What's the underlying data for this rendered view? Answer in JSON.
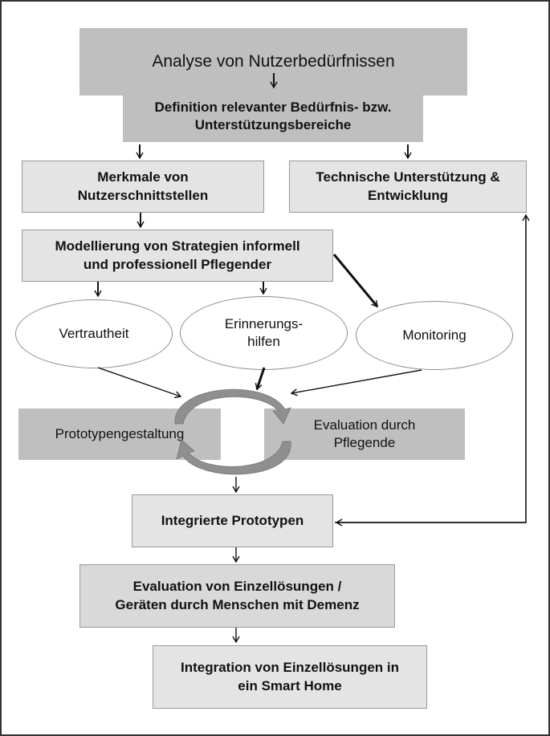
{
  "diagram": {
    "nodes": {
      "analyse": "Analyse von Nutzerbedürfnissen",
      "definition_l1": "Definition relevanter Bedürfnis- bzw.",
      "definition_l2": "Unterstützungsbereiche",
      "merkmale_l1": "Merkmale von",
      "merkmale_l2": "Nutzerschnittstellen",
      "technische_l1": "Technische Unterstützung &",
      "technische_l2": "Entwicklung",
      "modellierung_l1": "Modellierung von Strategien informell",
      "modellierung_l2": "und professionell Pflegender",
      "vertrautheit": "Vertrautheit",
      "erinnerung_l1": "Erinnerungs-",
      "erinnerung_l2": "hilfen",
      "monitoring": "Monitoring",
      "prototypengestaltung": "Prototypengestaltung",
      "evaluation_pflege_l1": "Evaluation durch",
      "evaluation_pflege_l2": "Pflegende",
      "integrierte": "Integrierte Prototypen",
      "evaluation_einzel_l1": "Evaluation von Einzellösungen /",
      "evaluation_einzel_l2": "Geräten durch Menschen mit Demenz",
      "integration_l1": "Integration von Einzellösungen in",
      "integration_l2": "ein Smart Home"
    },
    "colors": {
      "dark_box": "#bfbfbf",
      "light_box": "#e4e4e4",
      "cycle_arrow": "#8f8f8f",
      "frame": "#333333"
    }
  }
}
